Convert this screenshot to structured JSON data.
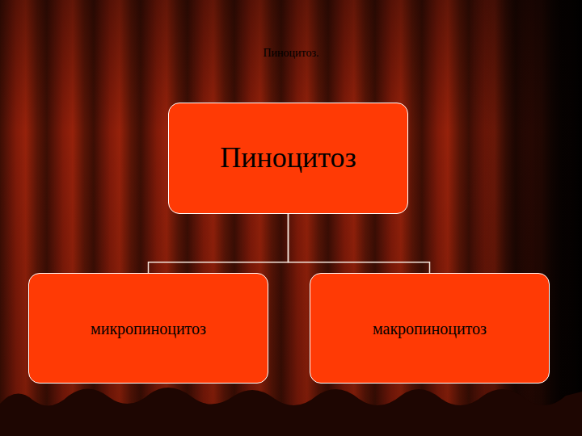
{
  "diagram": {
    "title": "Пиноцитоз.",
    "nodes": [
      {
        "text": [
          "Пиноцитоз"
        ]
      },
      {
        "text": [
          "микропиноцитоз"
        ]
      },
      {
        "text": [
          "макропиноцитоз"
        ]
      }
    ],
    "edges": [
      {
        "from": 0,
        "to": 1,
        "arrow": "none"
      },
      {
        "from": 0,
        "to": 2,
        "arrow": "none"
      }
    ]
  }
}
